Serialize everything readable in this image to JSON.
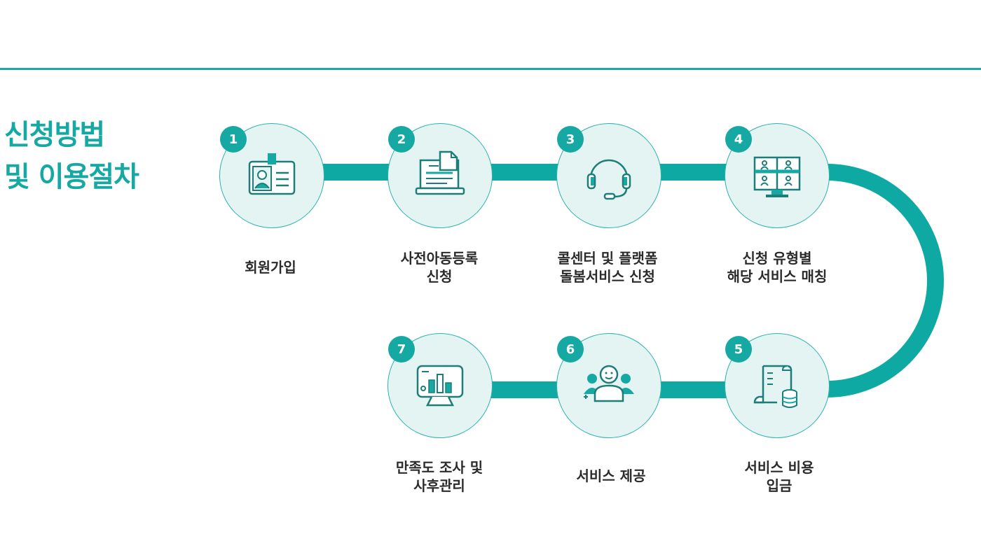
{
  "title": {
    "line1": "신청방법",
    "line2": "및 이용절차"
  },
  "steps": [
    {
      "number": "1",
      "icon": "id-card-icon",
      "label": [
        "회원가입"
      ]
    },
    {
      "number": "2",
      "icon": "laptop-document-icon",
      "label": [
        "사전아동등록",
        "신청"
      ]
    },
    {
      "number": "3",
      "icon": "headset-icon",
      "label": [
        "콜센터 및 플랫폼",
        "돌봄서비스 신청"
      ]
    },
    {
      "number": "4",
      "icon": "video-meeting-icon",
      "label": [
        "신청 유형별",
        "해당 서비스 매칭"
      ]
    },
    {
      "number": "5",
      "icon": "receipt-coins-icon",
      "label": [
        "서비스 비용",
        "입금"
      ]
    },
    {
      "number": "6",
      "icon": "user-group-icon",
      "label": [
        "서비스 제공"
      ]
    },
    {
      "number": "7",
      "icon": "monitor-chart-icon",
      "label": [
        "만족도 조사 및",
        "사후관리"
      ]
    }
  ],
  "colors": {
    "accent": "#16a8a3",
    "circle_fill": "#e4f4f2",
    "text": "#2b2b2b"
  }
}
